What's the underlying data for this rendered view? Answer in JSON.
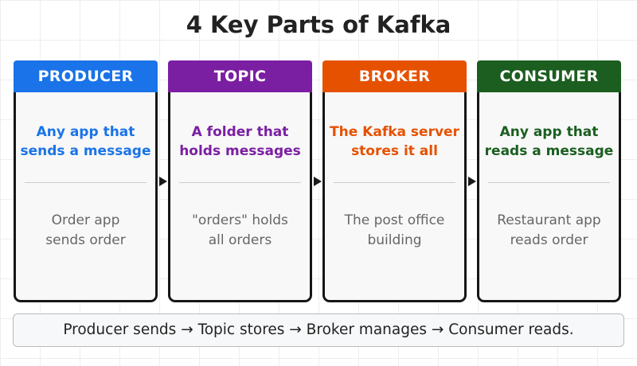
{
  "title": "4 Key Parts of Kafka",
  "cards": [
    {
      "label": "PRODUCER",
      "color": "#1a73e8",
      "description_lines": [
        "Any app that",
        "sends a message"
      ],
      "example_lines": [
        "Order app",
        "sends order"
      ]
    },
    {
      "label": "TOPIC",
      "color": "#7b1fa2",
      "description_lines": [
        "A folder that",
        "holds messages"
      ],
      "example_lines": [
        "\"orders\" holds",
        "all orders"
      ]
    },
    {
      "label": "BROKER",
      "color": "#e65100",
      "description_lines": [
        "The Kafka server",
        "stores it all"
      ],
      "example_lines": [
        "The post office",
        "building"
      ]
    },
    {
      "label": "CONSUMER",
      "color": "#1b5e20",
      "description_lines": [
        "Any app that",
        "reads a message"
      ],
      "example_lines": [
        "Restaurant app",
        "reads order"
      ]
    }
  ],
  "arrows": [
    "producer-to-topic",
    "topic-to-broker",
    "broker-to-consumer"
  ],
  "summary": "Producer sends → Topic stores → Broker manages → Consumer reads."
}
